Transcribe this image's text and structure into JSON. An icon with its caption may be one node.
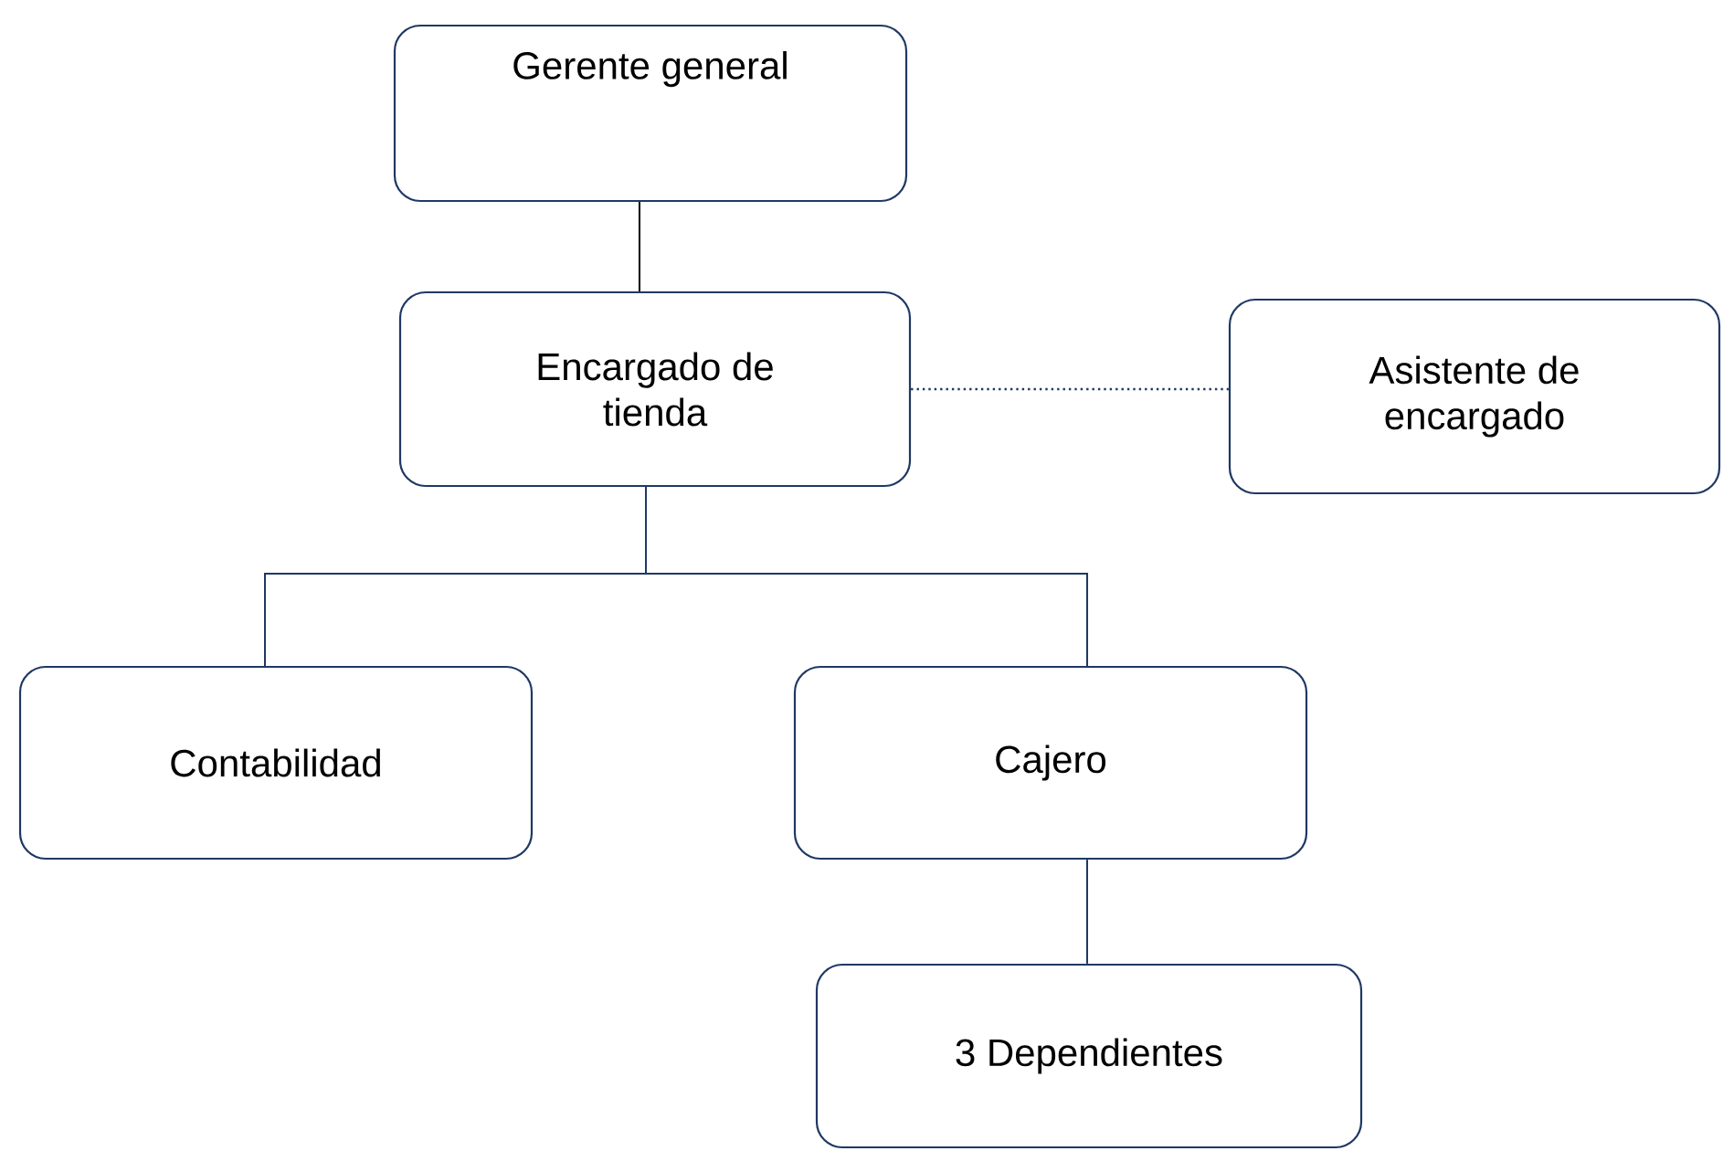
{
  "diagram": {
    "nodes": [
      {
        "text": [
          "Gerente general"
        ]
      },
      {
        "text": [
          "Encargado de tienda"
        ]
      },
      {
        "text": [
          "Asistente de encargado"
        ]
      },
      {
        "text": [
          "Contabilidad"
        ]
      },
      {
        "text": [
          "Cajero"
        ]
      },
      {
        "text": [
          "3  Dependientes"
        ]
      }
    ],
    "edges": [
      {
        "from": 0,
        "to": 1,
        "arrow": "none",
        "color": "#000000"
      },
      {
        "from": 1,
        "to": 2,
        "arrow": "none",
        "style": "dashed"
      },
      {
        "from": 1,
        "to": 3,
        "arrow": "none"
      },
      {
        "from": 1,
        "to": 4,
        "arrow": "none"
      },
      {
        "from": 4,
        "to": 5,
        "arrow": "none"
      }
    ]
  }
}
